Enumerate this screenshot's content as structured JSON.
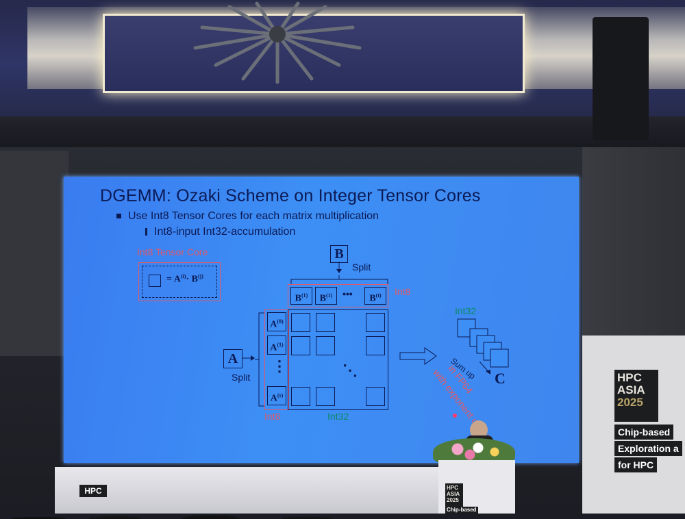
{
  "slide": {
    "title": "DGEMM: Ozaki Scheme on Integer Tensor Cores",
    "bullet_1": "Use Int8 Tensor Cores for each matrix multiplication",
    "bullet_2": "Int8-input Int32-accumulation",
    "tensor_core_label": "Int8 Tensor Core",
    "tensor_core_formula": "= A",
    "tensor_core_formula_sup_i": "(i)",
    "tensor_core_formula_dot": "· B",
    "tensor_core_formula_sup_j": "(j)",
    "matrix_b": "B",
    "split_top": "Split",
    "int8_right": "Int8",
    "b_blocks": [
      "B",
      "B",
      "B"
    ],
    "b_sups": [
      "(1)",
      "(1)",
      "(t)"
    ],
    "b_ellipsis": "•••",
    "matrix_a": "A",
    "split_left": "Split",
    "a_blocks": [
      "A",
      "A",
      "A"
    ],
    "a_sups": [
      "(0)",
      "(1)",
      "(s)"
    ],
    "a_vdots": "⋮",
    "grid_ddots": "⋱",
    "int8_bottom": "Int8",
    "int32_bottom": "Int32",
    "int32_right": "Int32",
    "sum_up": "Sum up",
    "matrix_c": "C",
    "fp64_note_1": "in FP64",
    "fp64_note_2": "with exponent offset"
  },
  "venue": {
    "poster_logo_line1": "HPC",
    "poster_logo_line2": "ASIA",
    "poster_logo_line3": "2025",
    "poster_tag_1": "Chip-based",
    "poster_tag_2": "Exploration a",
    "poster_tag_3": "for HPC",
    "banner_logo": "HPC",
    "podium_logo_line1": "HPC",
    "podium_logo_line2": "ASIA",
    "podium_logo_line3": "2025",
    "podium_tag": "Chip-based"
  },
  "colors": {
    "screen_blue": "#3d8ff5",
    "text_navy": "#0b1a55",
    "accent_red": "#e05a6a",
    "accent_green": "#0c8a66"
  }
}
